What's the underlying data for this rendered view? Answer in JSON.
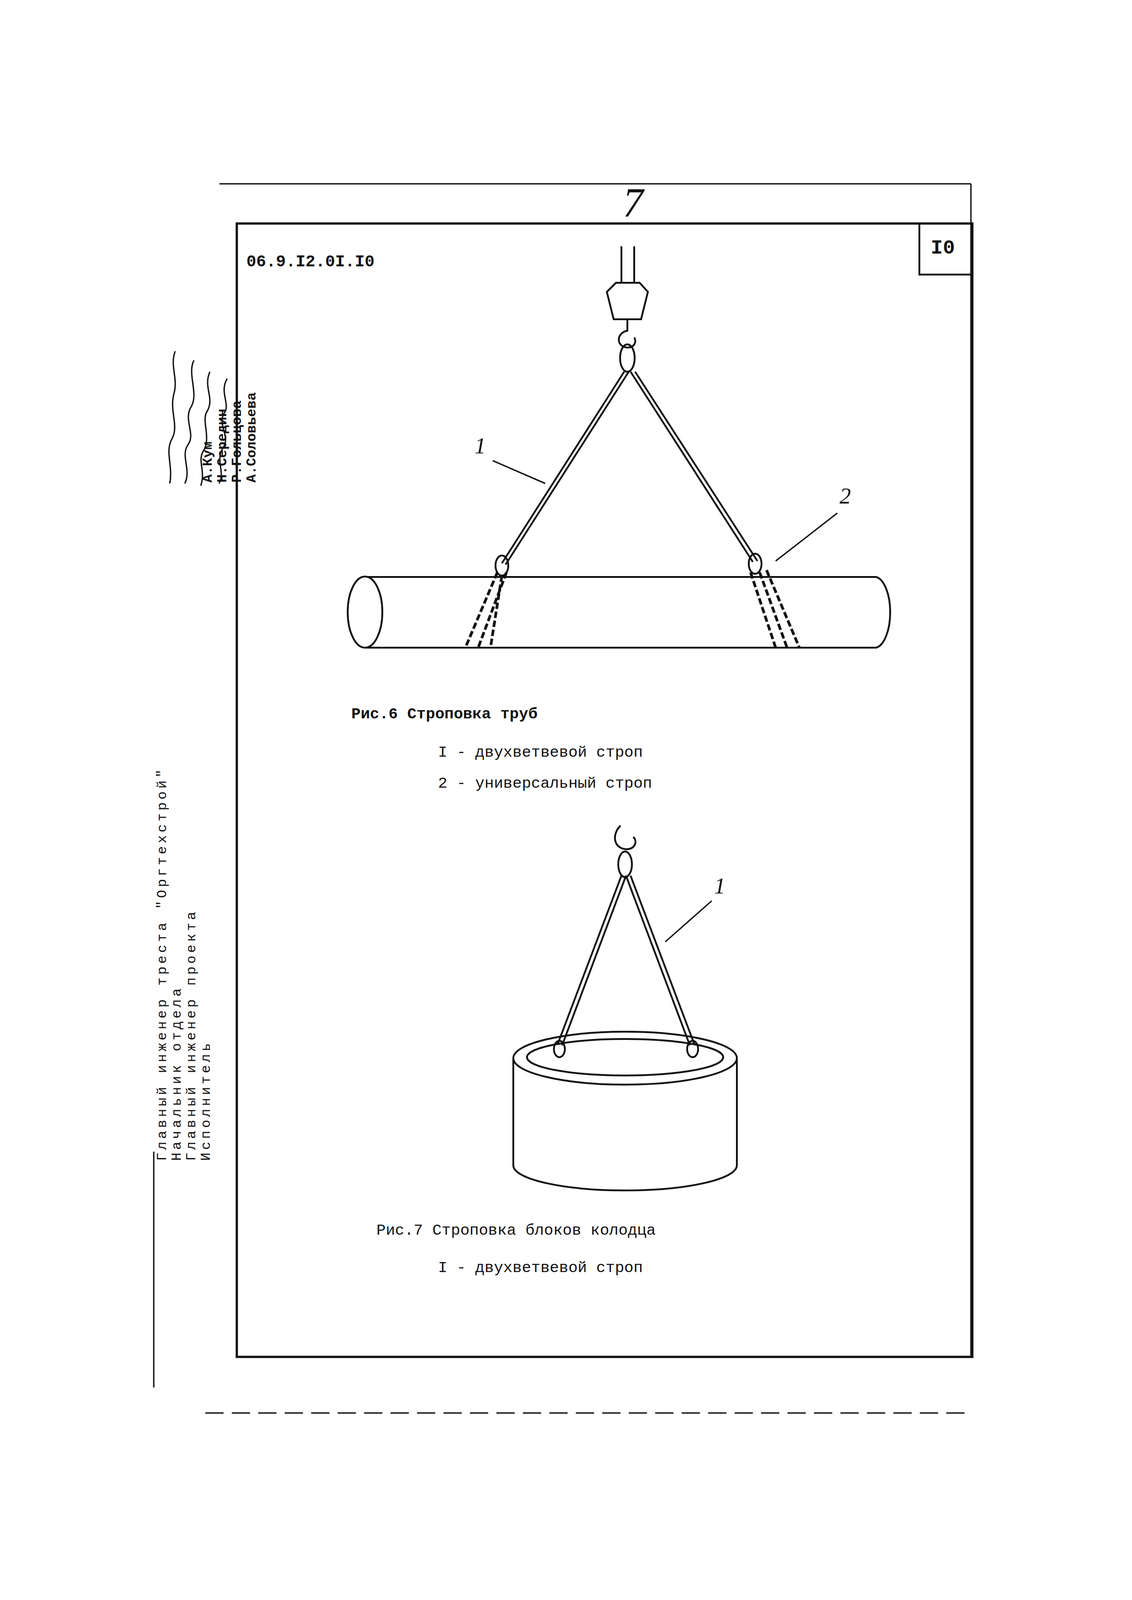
{
  "diagram": {
    "labels": [
      "7",
      "06.9.I2.0I.I0",
      "I0",
      "Главный инженер треста \"Оргтехстрой\"",
      "Начальник отдела",
      "Главный инженер проекта",
      "Исполнитель",
      "А.Кум",
      "Н.Середин",
      "Р.Гольцова",
      "А.Соловьева",
      "1",
      "2",
      "Рис.6 Строповка труб",
      "I - двухветвевой строп",
      "2 - универсальный строп",
      "1",
      "Рис.7 Строповка блоков колодца",
      "I - двухветвевой строп"
    ]
  }
}
